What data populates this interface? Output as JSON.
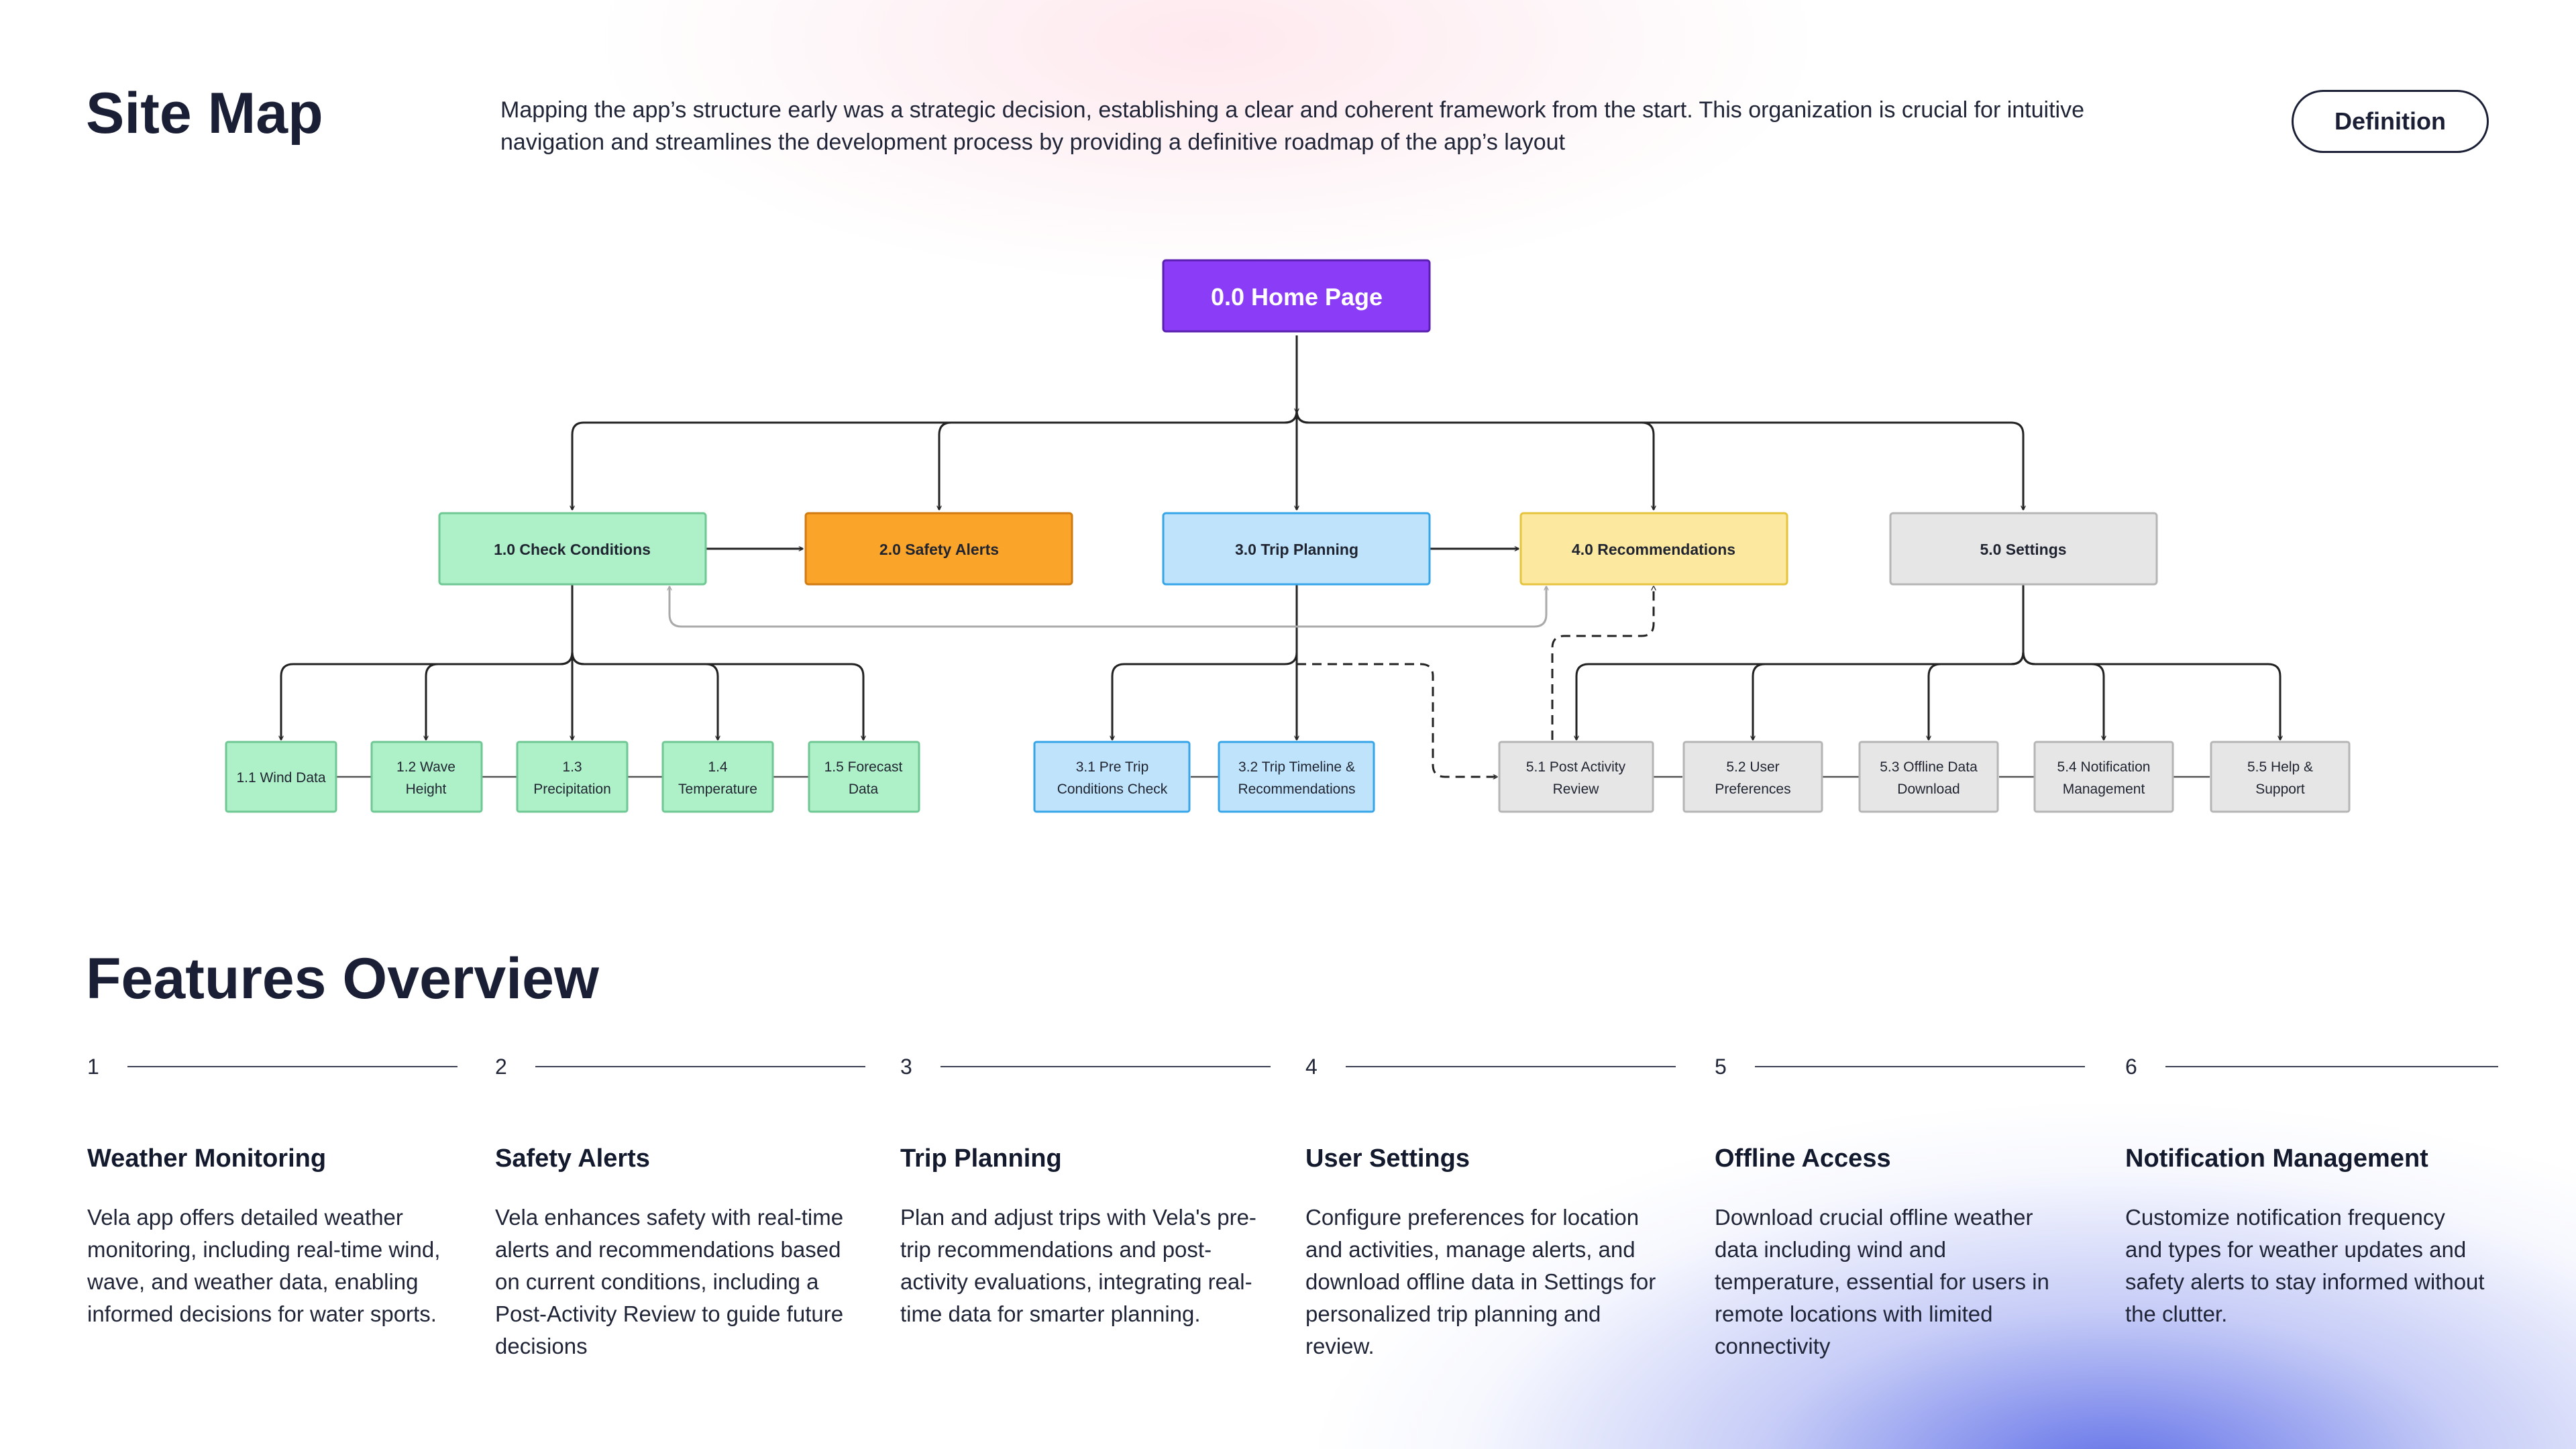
{
  "header": {
    "title": "Site Map",
    "description": "Mapping the app’s structure early was a strategic decision, establishing a clear and coherent framework from the start. This organization is crucial for intuitive navigation and streamlines the development process by providing a definitive roadmap of the app’s layout",
    "definition_button": "Definition"
  },
  "sitemap": {
    "root": "0.0 Home Page",
    "sections": {
      "check_conditions": "1.0 Check Conditions",
      "safety_alerts": "2.0 Safety Alerts",
      "trip_planning": "3.0 Trip Planning",
      "recommendations": "4.0 Recommendations",
      "settings": "5.0 Settings"
    },
    "check_conditions_children": [
      [
        "1.1 Wind Data"
      ],
      [
        "1.2 Wave",
        "Height"
      ],
      [
        "1.3",
        "Precipitation"
      ],
      [
        "1.4",
        "Temperature"
      ],
      [
        "1.5 Forecast",
        "Data"
      ]
    ],
    "trip_planning_children": [
      [
        "3.1 Pre Trip",
        "Conditions Check"
      ],
      [
        "3.2 Trip Timeline &",
        "Recommendations"
      ]
    ],
    "settings_children": [
      [
        "5.1 Post Activity",
        "Review"
      ],
      [
        "5.2 User",
        "Preferences"
      ],
      [
        "5.3 Offline Data",
        "Download"
      ],
      [
        "5.4 Notification",
        "Management"
      ],
      [
        "5.5 Help &",
        "Support"
      ]
    ],
    "colors": {
      "root": "#8b3cf7",
      "green": "#aef1c8",
      "orange": "#fba42a",
      "blue": "#bfe3fb",
      "yellow": "#fde8a0",
      "gray": "#e6e6e6"
    }
  },
  "features": {
    "title": "Features Overview",
    "items": [
      {
        "number": "1",
        "title": "Weather Monitoring",
        "description": "Vela app offers detailed weather monitoring, including real-time wind, wave, and weather data, enabling informed decisions for water sports."
      },
      {
        "number": "2",
        "title": "Safety Alerts",
        "description": "Vela enhances safety with real-time alerts and recommendations based on current conditions, including a Post-Activity Review to guide future decisions"
      },
      {
        "number": "3",
        "title": "Trip Planning",
        "description": "Plan and adjust trips with Vela's pre-trip recommendations and post-activity evaluations, integrating real-time data for smarter planning."
      },
      {
        "number": "4",
        "title": "User Settings",
        "description": "Configure preferences for location and activities, manage alerts, and download offline data in Settings for personalized trip planning and review."
      },
      {
        "number": "5",
        "title": "Offline Access",
        "description": "Download crucial offline weather data including wind and temperature, essential for users in remote locations with limited connectivity"
      },
      {
        "number": "6",
        "title": "Notification Management",
        "description": "Customize notification frequency and types for weather updates and safety alerts to stay informed without the clutter."
      }
    ]
  }
}
